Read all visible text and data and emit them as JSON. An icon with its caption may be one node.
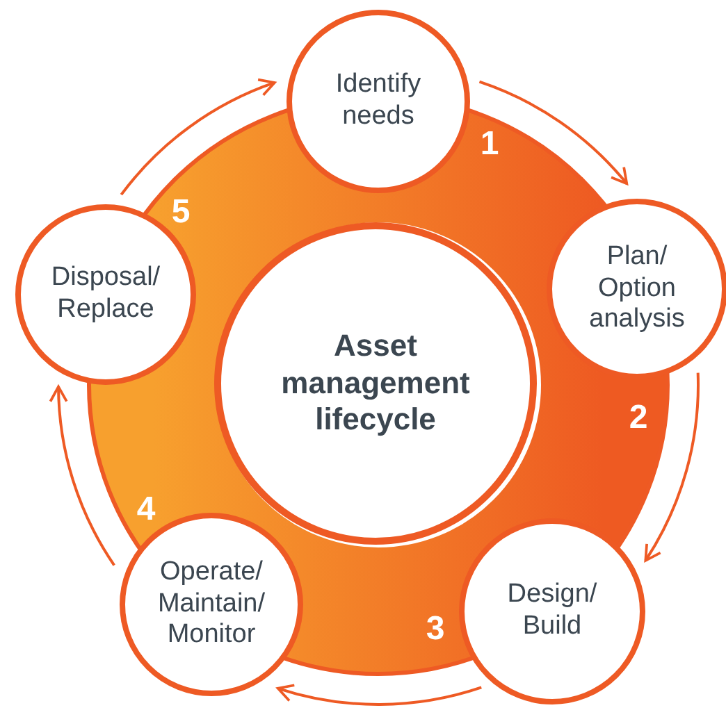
{
  "diagram": {
    "nodes": [
      {
        "text": [
          "Asset management lifecycle"
        ]
      },
      {
        "text": [
          "Identify needs"
        ]
      },
      {
        "text": [
          "Plan/ Option analysis"
        ]
      },
      {
        "text": [
          "Design/ Build"
        ]
      },
      {
        "text": [
          "Operate/ Maintain/ Monitor"
        ]
      },
      {
        "text": [
          "Disposal/ Replace"
        ]
      }
    ],
    "edges": [
      {
        "from": 1,
        "to": 2,
        "arrow": "to"
      },
      {
        "from": 2,
        "to": 3,
        "arrow": "to"
      },
      {
        "from": 3,
        "to": 4,
        "arrow": "to"
      },
      {
        "from": 4,
        "to": 5,
        "arrow": "to"
      },
      {
        "from": 5,
        "to": 1,
        "arrow": "to"
      }
    ],
    "labels": [
      "1",
      "2",
      "3",
      "4",
      "5"
    ]
  }
}
